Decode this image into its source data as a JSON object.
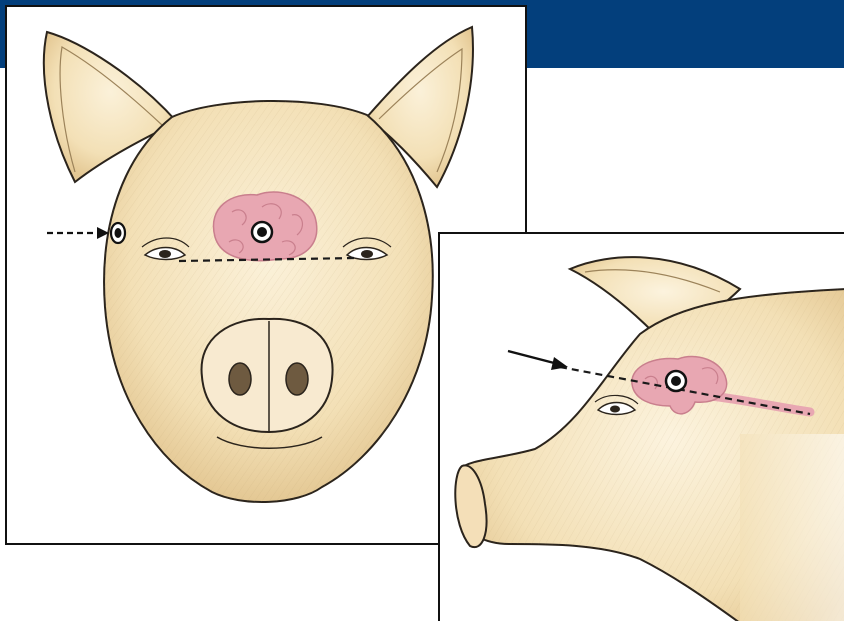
{
  "colors": {
    "banner": "#033f7c",
    "skin": "#f6e7c4",
    "skin_shade": "#e6cfa0",
    "outline": "#2b241c",
    "brain": "#e8a7b2",
    "brain_outline": "#c97f8d",
    "panel_border": "#111111"
  },
  "icons": {
    "target": "target-circle-icon",
    "arrow": "arrow-right-icon"
  },
  "figures": [
    {
      "view": "front",
      "arrow_style": "dashed",
      "guide_line": "dashed"
    },
    {
      "view": "side",
      "arrow_style": "solid",
      "guide_line": "dashed"
    }
  ]
}
